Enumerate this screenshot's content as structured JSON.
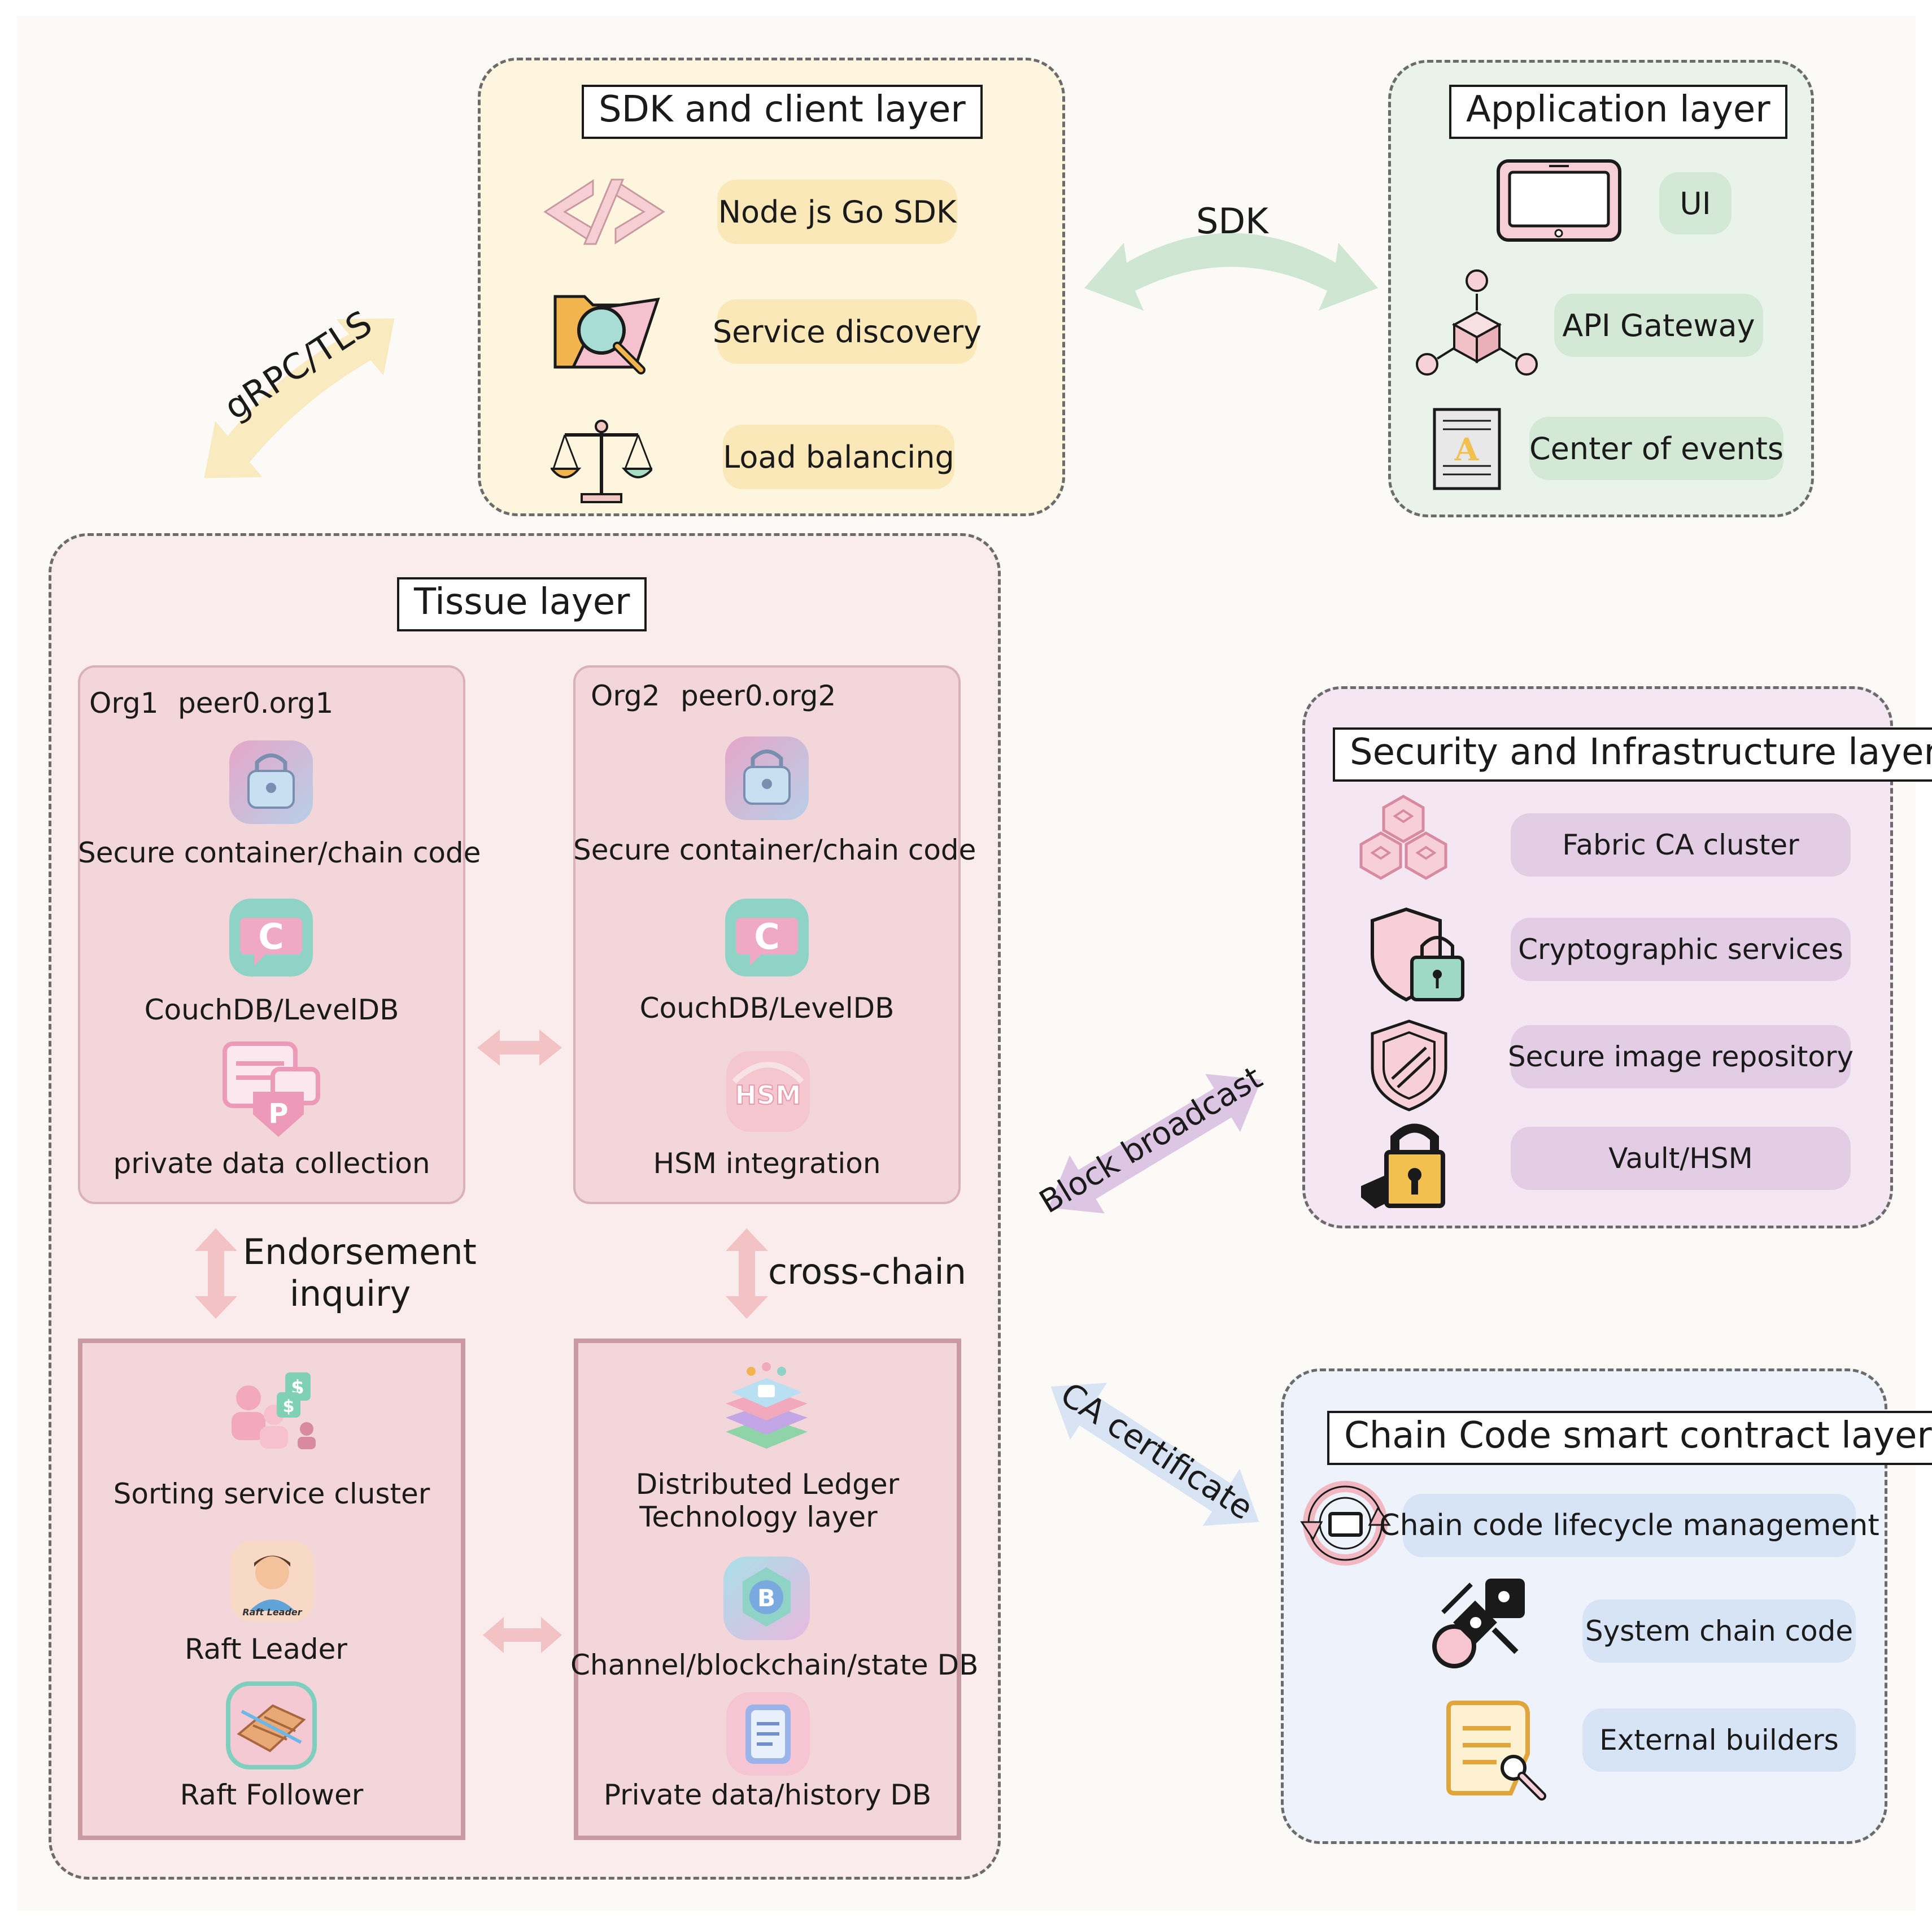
{
  "sdk_layer": {
    "title": "SDK and client layer",
    "items": [
      "Node js Go SDK",
      "Service discovery",
      "Load balancing"
    ]
  },
  "application_layer": {
    "title": "Application layer",
    "items": [
      "UI",
      "API Gateway",
      "Center of events"
    ]
  },
  "tissue_layer": {
    "title": "Tissue layer",
    "org1": {
      "header_org": "Org1",
      "header_peer": "peer0.org1",
      "items": [
        "Secure container/chain code",
        "CouchDB/LevelDB",
        "private data collection"
      ]
    },
    "org2": {
      "header_org": "Org2",
      "header_peer": "peer0.org2",
      "items": [
        "Secure container/chain code",
        "CouchDB/LevelDB",
        "HSM integration"
      ]
    },
    "endorsement": "Endorsement inquiry",
    "endorsement_line1": "Endorsement",
    "endorsement_line2": "inquiry",
    "cross_chain": "cross-chain",
    "ordering": {
      "items": [
        "Sorting service cluster",
        "Raft Leader",
        "Raft Follower"
      ],
      "raft_badge": "Raft Leader"
    },
    "ledger": {
      "items": [
        "Distributed Ledger Technology layer",
        "Channel/blockchain/state DB",
        "Private data/history DB"
      ],
      "item0_line1": "Distributed Ledger",
      "item0_line2": "Technology layer"
    },
    "hsm_badge": "HSM"
  },
  "security_layer": {
    "title": "Security and Infrastructure layer",
    "items": [
      "Fabric CA cluster",
      "Cryptographic services",
      "Secure image repository",
      "Vault/HSM"
    ]
  },
  "chaincode_layer": {
    "title": "Chain Code smart contract layer",
    "items": [
      "Chain code lifecycle management",
      "System chain code",
      "External builders"
    ]
  },
  "connectors": {
    "sdk": "SDK",
    "grpc": "gRPC/TLS",
    "block_broadcast": "Block broadcast",
    "ca_certificate": "CA certificate"
  },
  "colors": {
    "sdk_panel": "#fdf5de",
    "sdk_pill": "#fbe8b8",
    "app_panel": "#e9f3ea",
    "app_pill": "#d4e8d6",
    "tissue_panel": "#faecec",
    "org_box": "#f2d6da",
    "security_panel": "#f4e6f2",
    "security_pill": "#e3cde4",
    "chaincode_panel": "#edf2fb",
    "chaincode_pill": "#d7e4f5",
    "pink_arrow": "#f2c2c4",
    "sdk_arrow": "#cfe6d2",
    "grpc_arrow": "#f9eac0",
    "block_arrow": "#ddc6e3",
    "ca_arrow": "#d8e4f4"
  }
}
